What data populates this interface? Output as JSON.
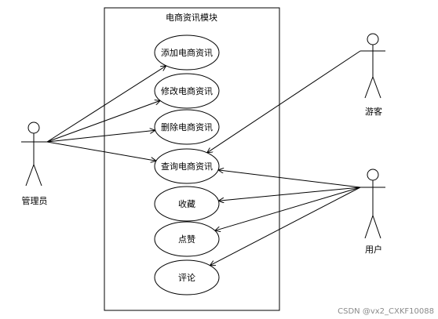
{
  "system": {
    "title": "电商资讯模块"
  },
  "use_cases": [
    {
      "id": "add",
      "label": "添加电商资讯"
    },
    {
      "id": "edit",
      "label": "修改电商资讯"
    },
    {
      "id": "delete",
      "label": "删除电商资讯"
    },
    {
      "id": "query",
      "label": "查询电商资讯"
    },
    {
      "id": "fav",
      "label": "收藏"
    },
    {
      "id": "like",
      "label": "点赞"
    },
    {
      "id": "comment",
      "label": "评论"
    }
  ],
  "actors": [
    {
      "id": "admin",
      "label": "管理员"
    },
    {
      "id": "visitor",
      "label": "游客"
    },
    {
      "id": "user",
      "label": "用户"
    }
  ],
  "associations": [
    {
      "from": "admin",
      "to": "add"
    },
    {
      "from": "admin",
      "to": "edit"
    },
    {
      "from": "admin",
      "to": "delete"
    },
    {
      "from": "admin",
      "to": "query"
    },
    {
      "from": "visitor",
      "to": "query"
    },
    {
      "from": "user",
      "to": "query"
    },
    {
      "from": "user",
      "to": "fav"
    },
    {
      "from": "user",
      "to": "like"
    },
    {
      "from": "user",
      "to": "comment"
    }
  ],
  "watermark": "CSDN @vx2_CXKF10088"
}
